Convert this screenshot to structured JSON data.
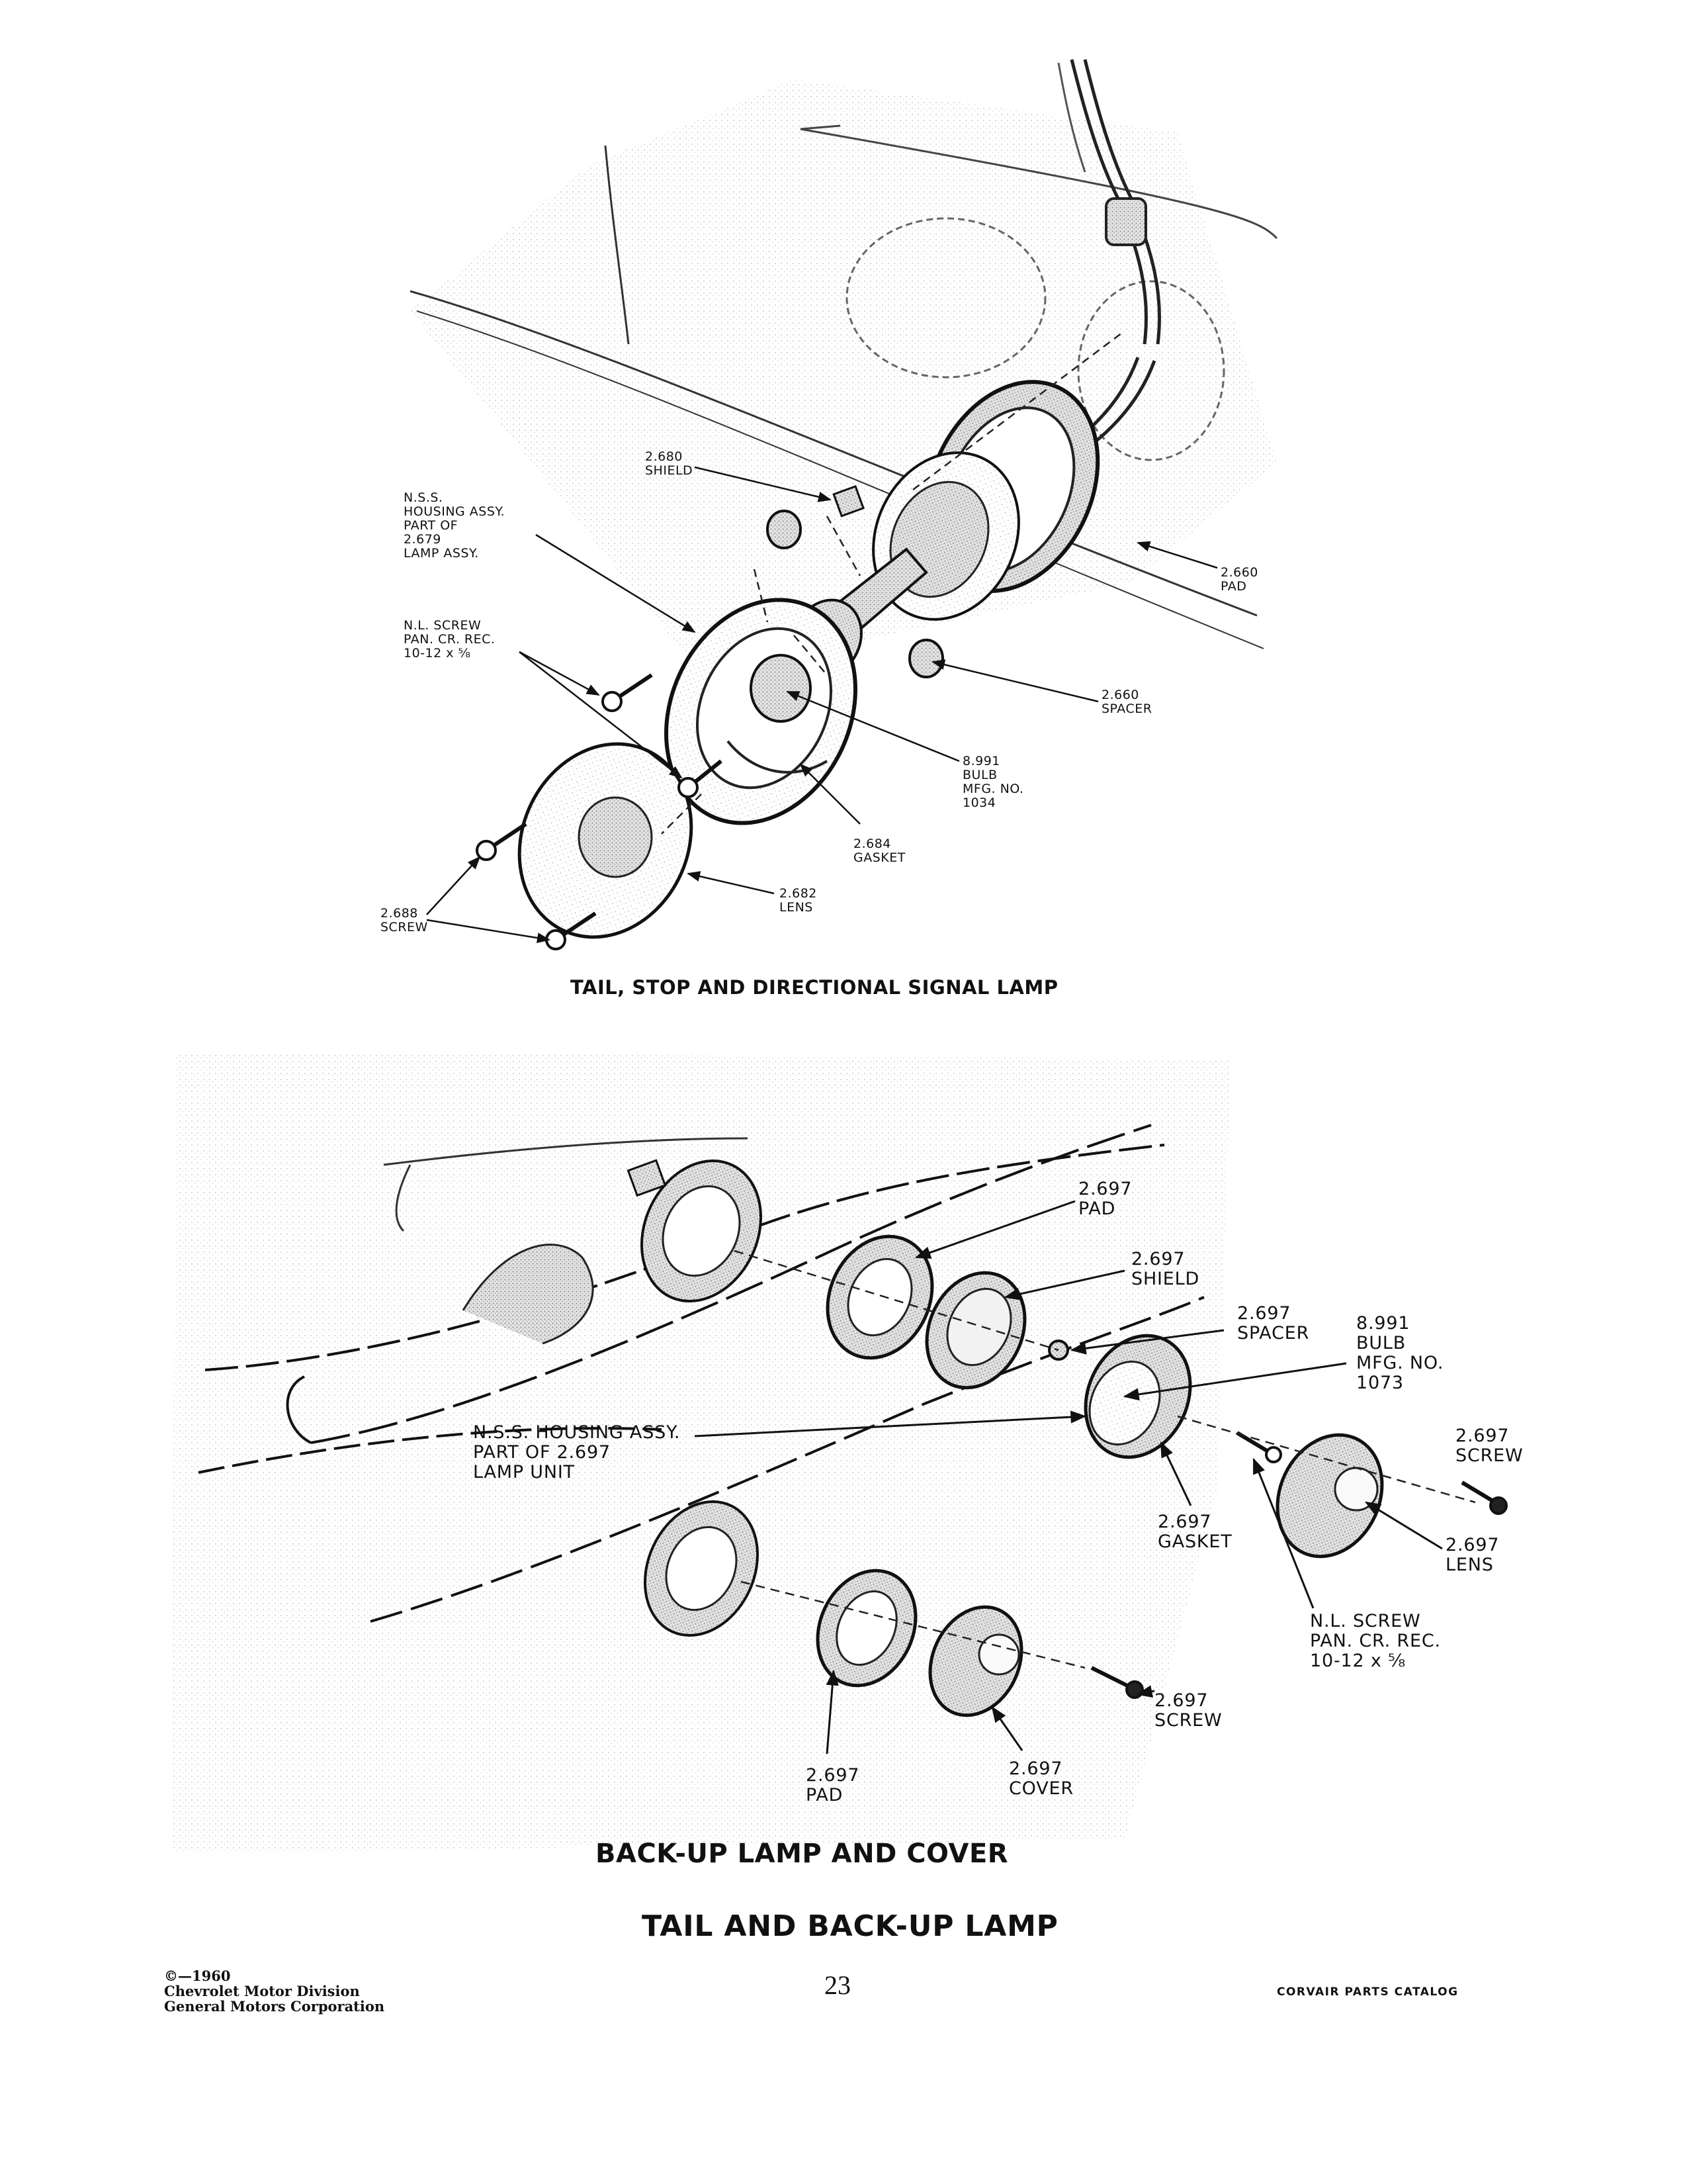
{
  "top_diagram": {
    "caption": "TAIL, STOP AND DIRECTIONAL SIGNAL LAMP",
    "labels": {
      "shield": "2.680\nSHIELD",
      "housing": "N.S.S.\nHOUSING ASSY.\nPART OF\n2.679\nLAMP ASSY.",
      "nl_screw": "N.L. SCREW\nPAN. CR. REC.\n10-12 x ⅝",
      "pad": "2.660\nPAD",
      "spacer": "2.660\nSPACER",
      "bulb": "8.991\nBULB\nMFG. NO.\n1034",
      "gasket": "2.684\nGASKET",
      "lens": "2.682\nLENS",
      "screw": "2.688\nSCREW"
    }
  },
  "bottom_diagram": {
    "caption": "BACK-UP LAMP AND COVER",
    "labels": {
      "pad_top": "2.697\nPAD",
      "shield": "2.697\nSHIELD",
      "spacer": "2.697\nSPACER",
      "bulb": "8.991\nBULB\nMFG. NO.\n1073",
      "housing": "N.S.S. HOUSING ASSY.\nPART OF 2.697\nLAMP UNIT",
      "screw_right": "2.697\nSCREW",
      "gasket": "2.697\nGASKET",
      "lens": "2.697\nLENS",
      "nl_screw": "N.L. SCREW\nPAN. CR. REC.\n10-12 x ⅝",
      "screw_bottom": "2.697\nSCREW",
      "pad_bottom": "2.697\nPAD",
      "cover": "2.697\nCOVER"
    }
  },
  "section_title": "TAIL AND BACK-UP LAMP",
  "footer": {
    "copyright_line": "©—1960",
    "division": "Chevrolet Motor Division",
    "corporation": "General Motors Corporation",
    "page_number": "23",
    "catalog": "CORVAIR PARTS CATALOG"
  }
}
